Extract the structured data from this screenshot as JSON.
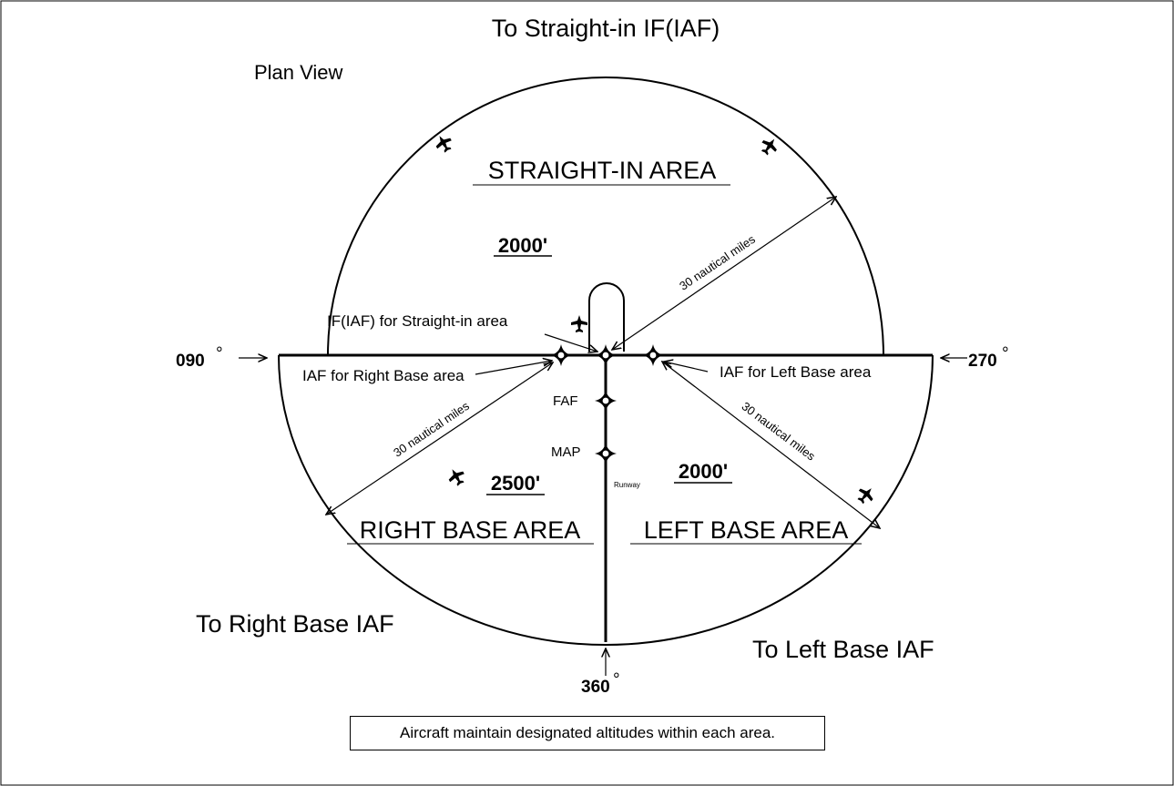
{
  "diagram": {
    "title_top": "To Straight-in IF(IAF)",
    "plan_view": "Plan View",
    "areas": {
      "straight_in": "STRAIGHT-IN AREA",
      "right_base": "RIGHT BASE AREA",
      "left_base": "LEFT BASE AREA"
    },
    "altitudes": {
      "straight_in": "2000'",
      "right_base": "2500'",
      "left_base": "2000'"
    },
    "fixes": {
      "if_iaf": "IF(IAF) for Straight-in area",
      "iaf_right": "IAF for Right Base area",
      "iaf_left": "IAF for Left Base area",
      "faf": "FAF",
      "map": "MAP",
      "runway": "Runway"
    },
    "distances": {
      "upper_right": "30 nautical miles",
      "lower_left": "30 nautical miles",
      "lower_right": "30 nautical miles"
    },
    "bearings": {
      "west": "090",
      "east": "270",
      "south": "360",
      "degree": "°"
    },
    "directions": {
      "right_base": "To Right Base IAF",
      "left_base": "To Left Base IAF"
    },
    "note": "Aircraft maintain designated altitudes within each area."
  }
}
